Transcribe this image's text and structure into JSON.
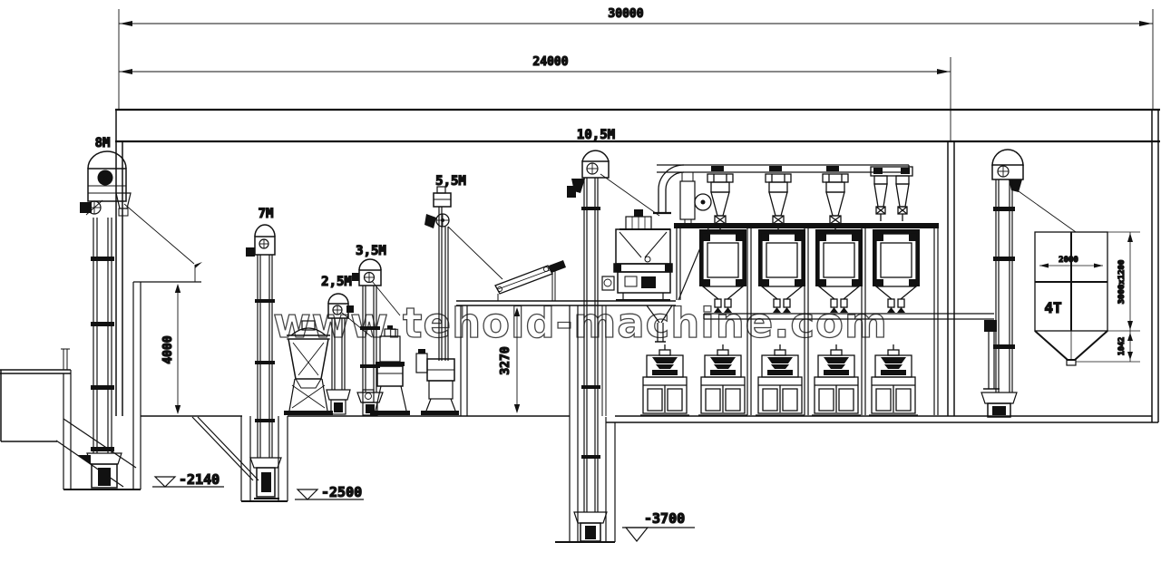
{
  "drawing": {
    "type": "flour-mill-plant-elevation",
    "background": "#ffffff",
    "line_color": "#111111",
    "watermark": {
      "text": "www.tehold-machine.com",
      "color": "#5b93cf"
    },
    "dimensions": {
      "overall_length": "30000",
      "milling_section_length": "24000",
      "intake_height": "4000",
      "mezzanine_height": "3270"
    },
    "levels": {
      "pit_intake": "-2140",
      "pit_cleaning": "-2500",
      "pit_milling": "-3700"
    },
    "elevators": {
      "e1": "8M",
      "e2": "7M",
      "e3": "2,5M",
      "e4": "3,5M",
      "e5": "5,5M",
      "e6": "10,5M"
    },
    "bin": {
      "capacity": "4T",
      "width": "2000",
      "section": "3000x1200",
      "cone_height": "1042"
    }
  }
}
